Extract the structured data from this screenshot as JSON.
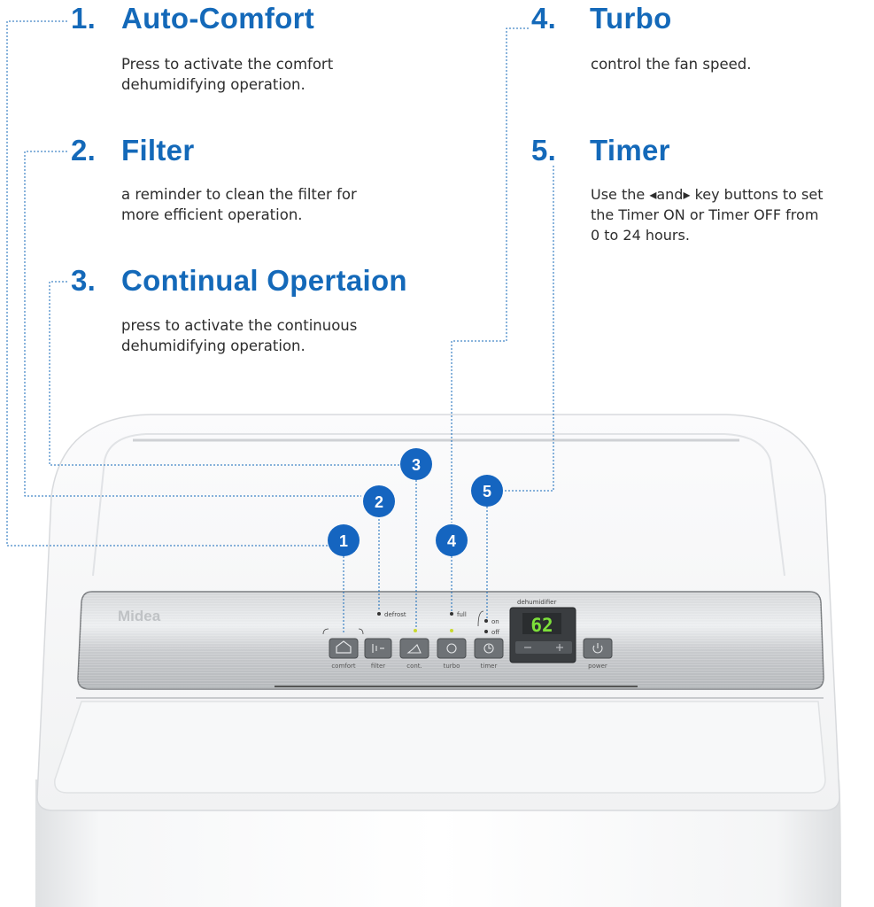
{
  "features": [
    {
      "number": "1.",
      "title": "Auto-Comfort",
      "desc": [
        "Press to activate the comfort",
        "dehumidifying operation."
      ]
    },
    {
      "number": "2.",
      "title": "Filter",
      "desc": [
        "a reminder to clean the filter for",
        "more efficient operation."
      ]
    },
    {
      "number": "3.",
      "title": "Continual Opertaion",
      "desc": [
        "press to activate the continuous",
        "dehumidifying operation."
      ]
    },
    {
      "number": "4.",
      "title": "Turbo",
      "desc": [
        "control the fan speed."
      ]
    },
    {
      "number": "5.",
      "title": "Timer",
      "desc": [
        "Use the ◂and▸ key buttons to set",
        "the Timer ON or Timer OFF from",
        "0 to 24 hours."
      ]
    }
  ],
  "callouts": [
    "1",
    "2",
    "3",
    "4",
    "5"
  ],
  "panel": {
    "brand": "Midea",
    "display_label": "dehumidifier",
    "display_value": "62",
    "buttons": [
      "comfort",
      "filter",
      "cont.",
      "turbo",
      "timer",
      "power"
    ],
    "indicators": {
      "defrost": "defrost",
      "full": "full",
      "on": "on",
      "off": "off"
    }
  },
  "colors": {
    "accent": "#1469b9",
    "callout": "#1565c0",
    "text": "#2d2d2d",
    "display_led": "#7de03a"
  },
  "icons": [
    "house-icon",
    "filter-icon",
    "cont-icon",
    "fan-icon",
    "timer-icon",
    "power-icon",
    "minus-icon",
    "plus-icon"
  ]
}
